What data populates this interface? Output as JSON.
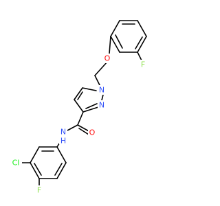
{
  "colors": {
    "bond": "#000000",
    "oxygen": "#ff0d0d",
    "nitrogen": "#3050f8",
    "fluorine": "#90e050",
    "chlorine": "#1ff01f",
    "carbon": "#000000"
  },
  "atoms": {
    "ether_oxygen": "O",
    "fluorine_top": "F",
    "pyrazole_n1": "N",
    "pyrazole_n2": "N",
    "carbonyl_oxygen": "O",
    "amide_n": "N",
    "amide_h": "H",
    "chlorine": "Cl",
    "fluorine_bottom": "F"
  }
}
